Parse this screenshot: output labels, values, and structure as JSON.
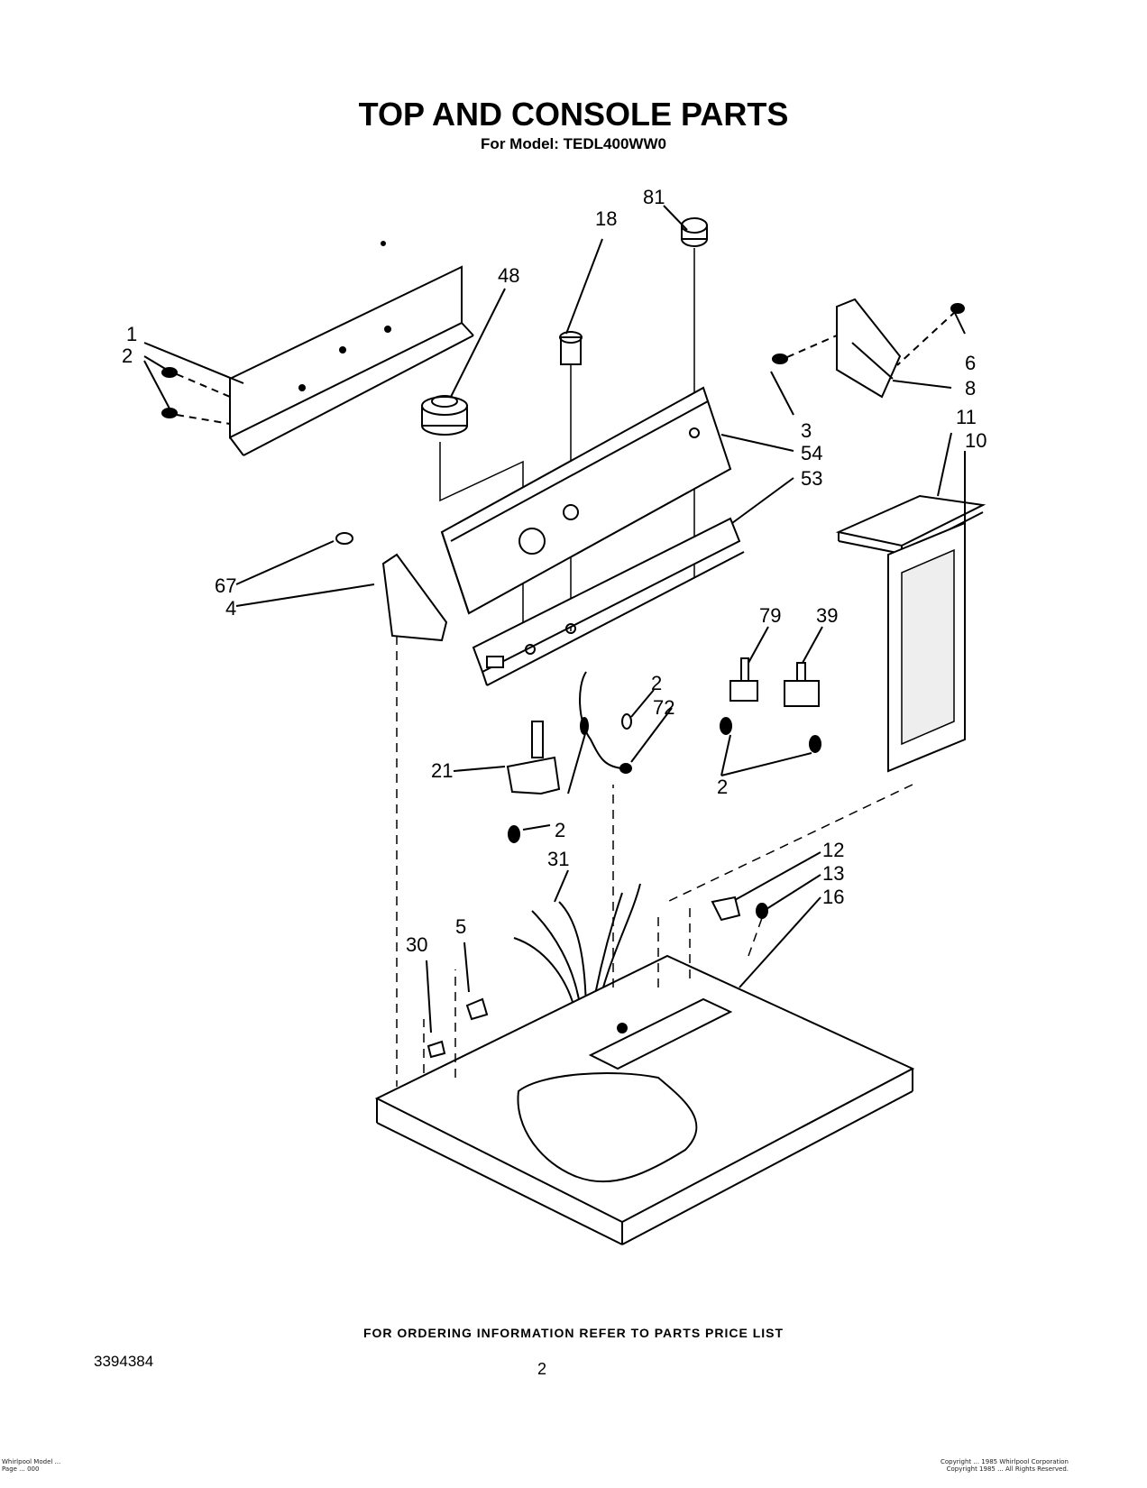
{
  "title": "TOP AND CONSOLE PARTS",
  "subtitle": "For Model: TEDL400WW0",
  "footer_note": "FOR ORDERING INFORMATION REFER TO PARTS PRICE LIST",
  "doc_number": "3394384",
  "page_number": "2",
  "copyright_left": [
    "Whirlpool Model ...",
    "Page ... 000"
  ],
  "copyright_right": [
    "Copyright ... 1985 Whirlpool Corporation",
    "Copyright 1985 ... All Rights Reserved."
  ],
  "callouts": [
    "81",
    "18",
    "48",
    "1",
    "2",
    "6",
    "8",
    "3",
    "54",
    "53",
    "11",
    "10",
    "67",
    "4",
    "79",
    "39",
    "2",
    "72",
    "21",
    "2",
    "2",
    "31",
    "12",
    "13",
    "16",
    "5",
    "30"
  ]
}
